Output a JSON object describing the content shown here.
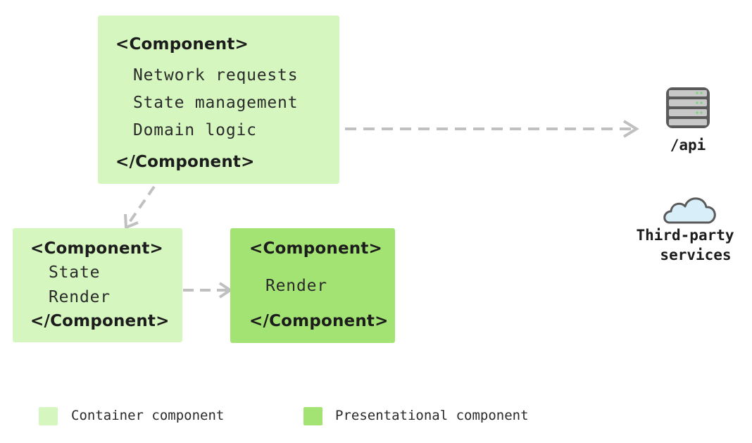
{
  "colors": {
    "container_fill": "#d5f7bf",
    "presentational_fill": "#a3e373",
    "arrow": "#c0c0c0",
    "icon_stroke": "#5a5a5a",
    "server_fill": "#c8c8c8",
    "cloud_fill": "#d8eff9"
  },
  "top_component": {
    "open_tag": "<Component>",
    "items": [
      "Network requests",
      "State management",
      "Domain logic"
    ],
    "close_tag": "</Component>"
  },
  "bottom_left_component": {
    "open_tag": "<Component>",
    "items": [
      "State",
      "Render"
    ],
    "close_tag": "</Component>"
  },
  "bottom_right_component": {
    "open_tag": "<Component>",
    "items": [
      "Render"
    ],
    "close_tag": "</Component>"
  },
  "externals": {
    "api": {
      "icon": "server-icon",
      "label": "/api"
    },
    "third_party": {
      "icon": "cloud-icon",
      "label_lines": [
        "Third-party",
        "services"
      ]
    }
  },
  "legend": [
    {
      "label": "Container component",
      "color": "#d5f7bf"
    },
    {
      "label": "Presentational component",
      "color": "#a3e373"
    }
  ]
}
